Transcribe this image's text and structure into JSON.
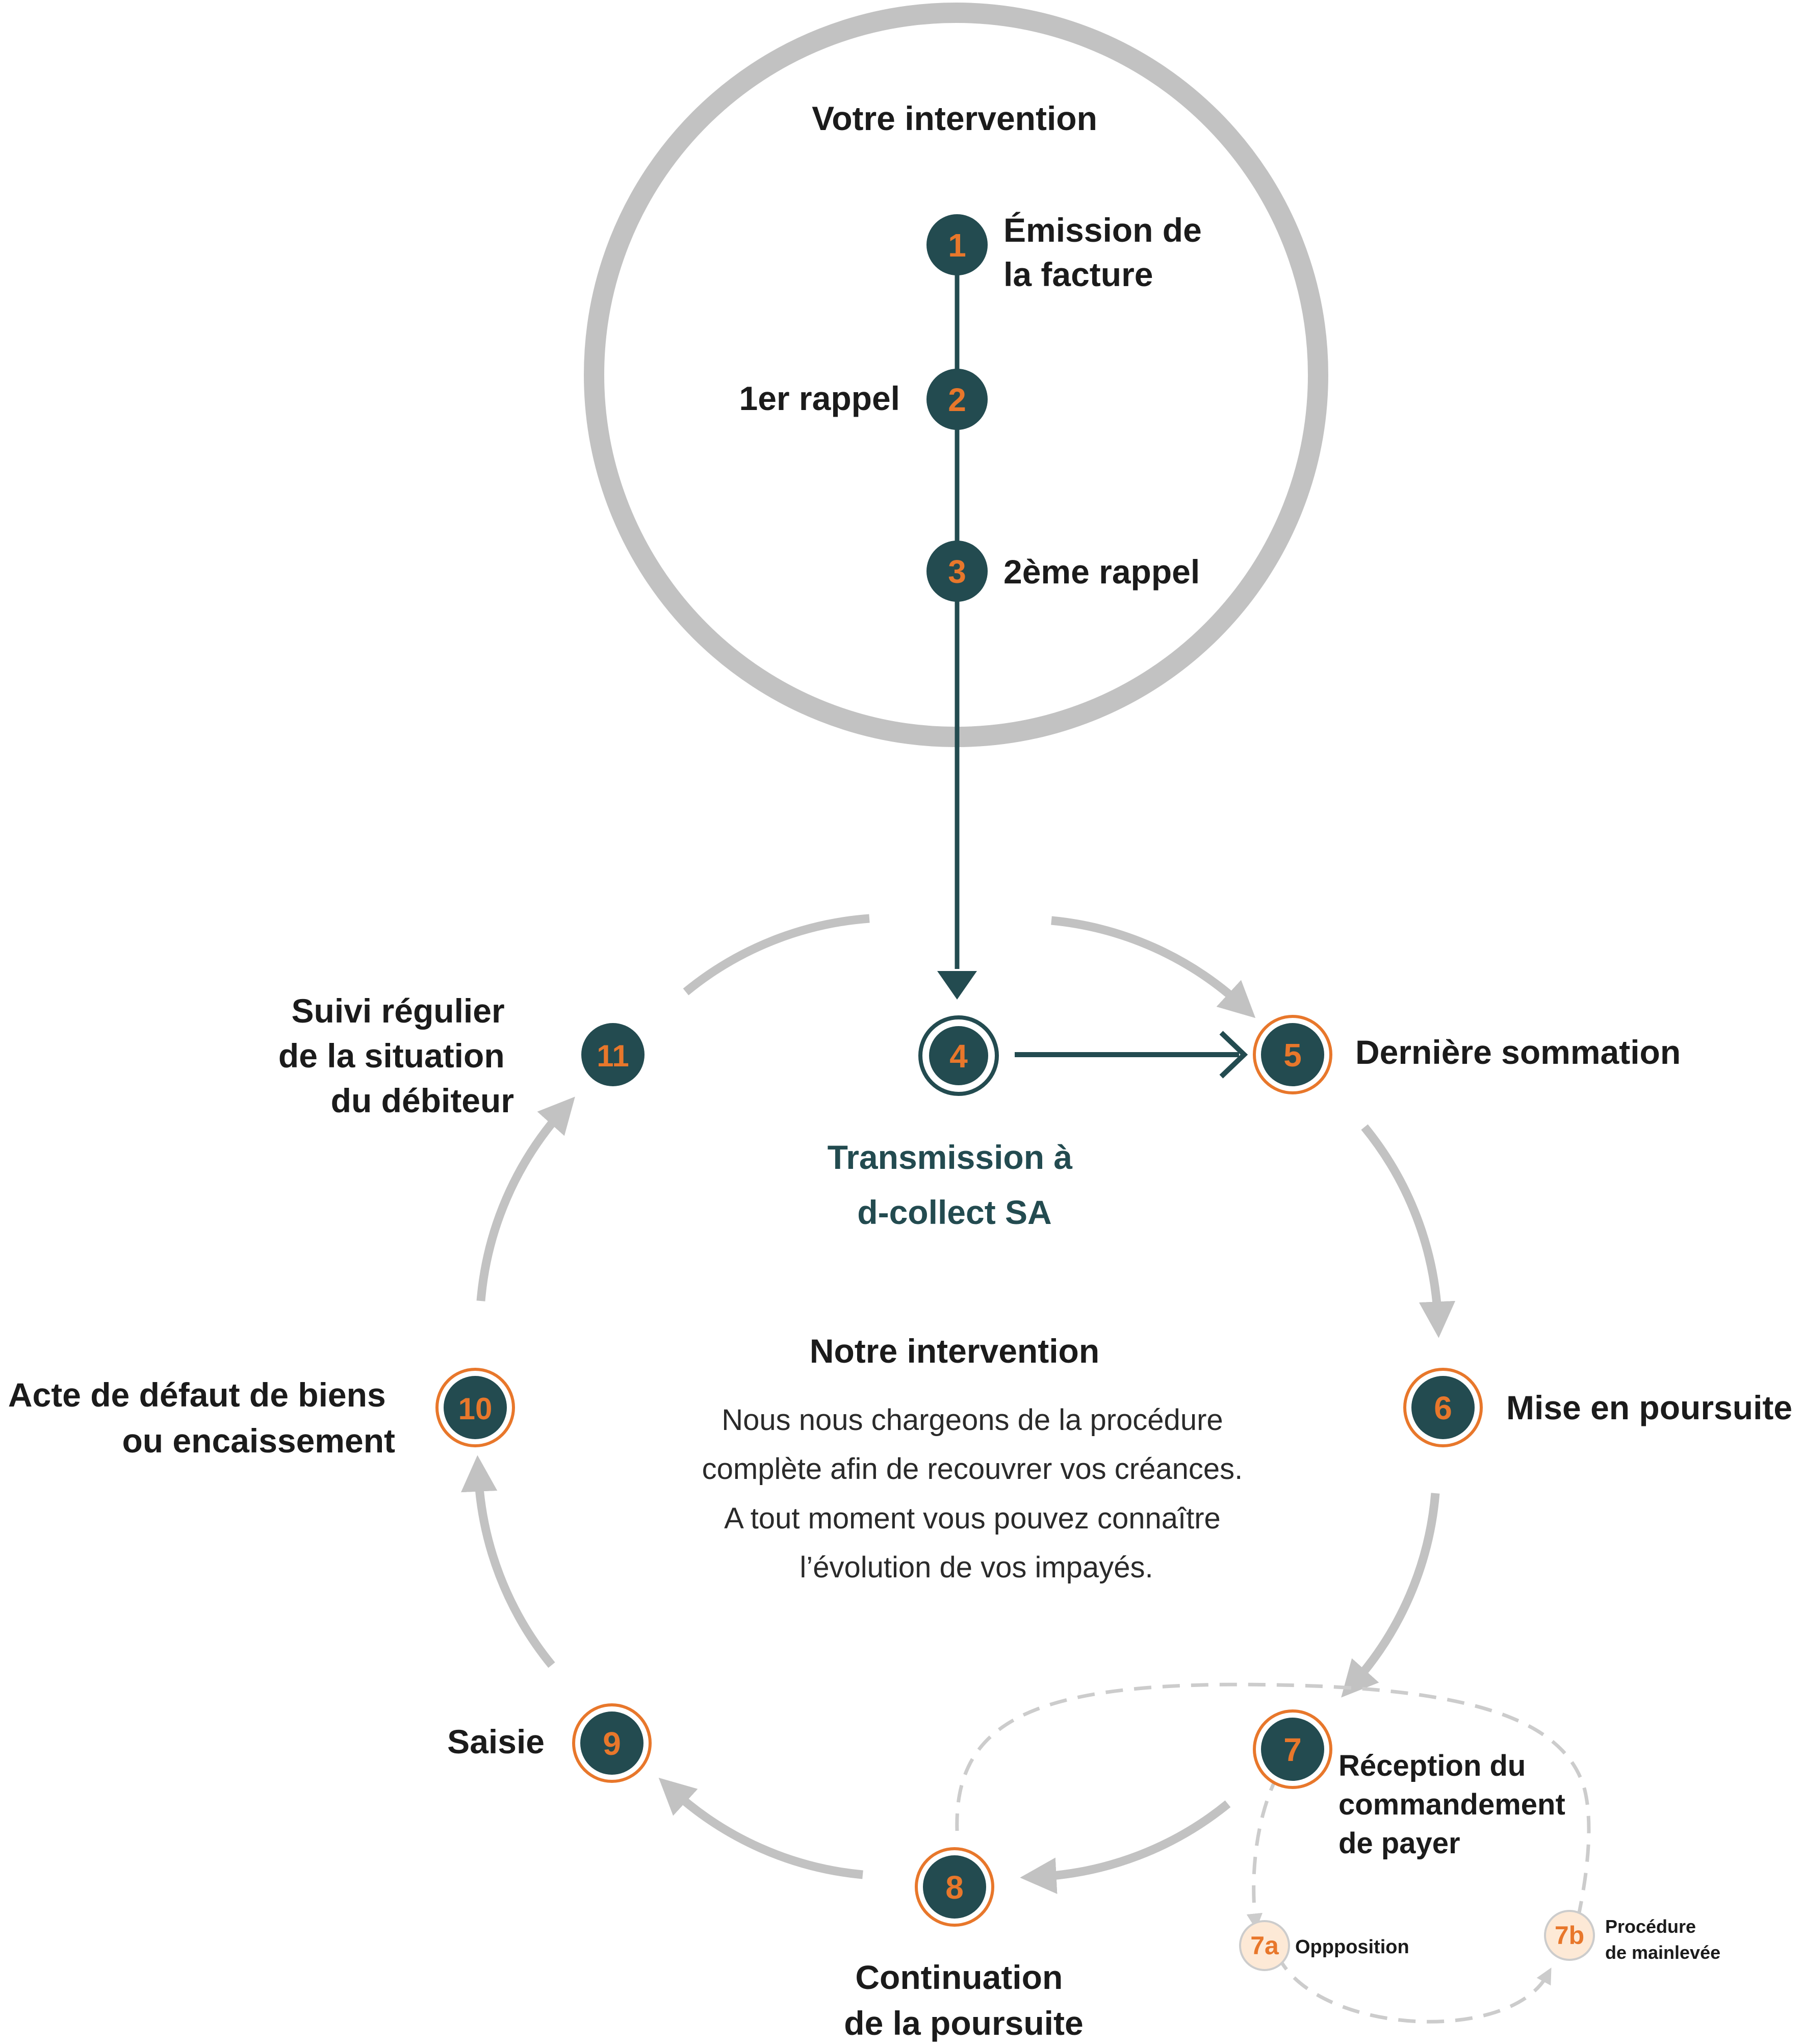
{
  "colors": {
    "dark_teal": "#234b50",
    "orange": "#e8772b",
    "grey": "#c2c2c2",
    "light_peach": "#fde9d6"
  },
  "top": {
    "title": "Votre intervention",
    "step1": {
      "num": "1",
      "line1": "Émission de",
      "line2": "la facture"
    },
    "step2": {
      "num": "2",
      "label": "1er rappel"
    },
    "step3": {
      "num": "3",
      "label": "2ème rappel"
    }
  },
  "cycle": {
    "step4": {
      "num": "4",
      "line1": "Transmission à",
      "line2": "d-collect SA"
    },
    "step5": {
      "num": "5",
      "label": "Dernière sommation"
    },
    "step6": {
      "num": "6",
      "label": "Mise en poursuite"
    },
    "step7": {
      "num": "7",
      "line1": "Réception du",
      "line2": "commandement",
      "line3": "de payer"
    },
    "step7a": {
      "num": "7a",
      "label": "Oppposition"
    },
    "step7b": {
      "num": "7b",
      "line1": "Procédure",
      "line2": "de mainlevée"
    },
    "step8": {
      "num": "8",
      "line1": "Continuation",
      "line2": "de la poursuite"
    },
    "step9": {
      "num": "9",
      "label": "Saisie"
    },
    "step10": {
      "num": "10",
      "line1": "Acte de défaut de biens",
      "line2": "ou encaissement"
    },
    "step11": {
      "num": "11",
      "line1": "Suivi régulier",
      "line2": "de la situation",
      "line3": "du débiteur"
    }
  },
  "center": {
    "title": "Notre intervention",
    "lines": [
      "Nous nous chargeons de la procédure",
      "complète afin de recouvrer vos créances.",
      "A tout moment vous pouvez connaître",
      "l’évolution de vos impayés."
    ]
  }
}
